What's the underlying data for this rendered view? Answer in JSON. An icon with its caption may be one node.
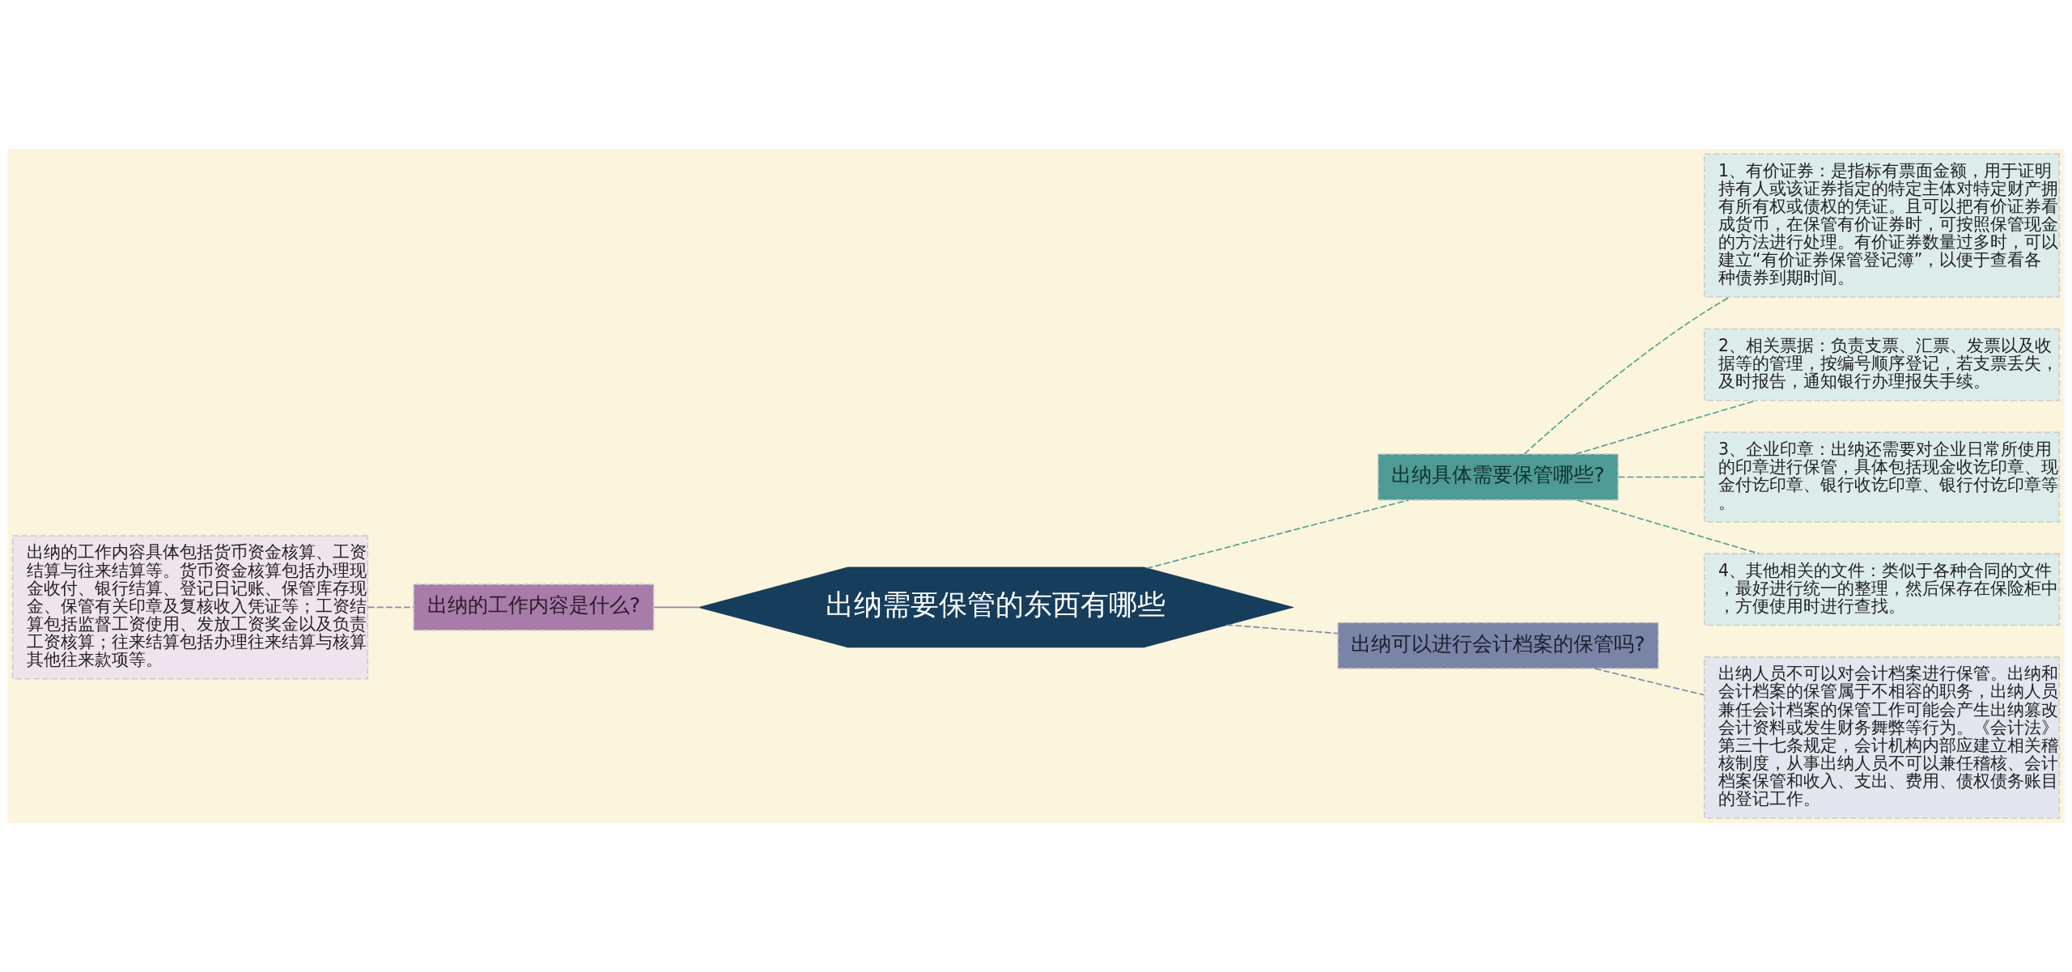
{
  "diagram": {
    "nodes": [
      {
        "text": [
          "出纳需要保管的东西有哪些"
        ]
      },
      {
        "text": [
          "出纳的工作内容是什么?"
        ]
      },
      {
        "text": [
          "出纳的工作内容具体包括货币资金核算、工资结算与往来结算等。货币资金核算包括办理现金收付、银行结算、登记日记账、保管库存现金、保管有关印章及复核收入凭证等；工资结算包括监督工资使用、发放工资奖金以及负责工资核算；往来结算包括办理往来结算与核算其他往来款项等。"
        ]
      },
      {
        "text": [
          "出纳具体需要保管哪些?"
        ]
      },
      {
        "text": [
          "1、有价证券：是指标有票面金额，用于证明持有人或该证券指定的特定主体对特定财产拥有所有权或债权的凭证。且可以把有价证券看成货币，在保管有价证券时，可按照保管现金的方法进行处理。有价证券数量过多时，可以建立“有价证券保管登记簿”，以便于查看各种债券到期时间。"
        ]
      },
      {
        "text": [
          "2、相关票据：负责支票、汇票、发票以及收据等的管理，按编号顺序登记，若支票丢失，及时报告，通知银行办理报失手续。"
        ]
      },
      {
        "text": [
          "3、企业印章：出纳还需要对企业日常所使用的印章进行保管，具体包括现金收讫印章、现金付讫印章、银行收讫印章、银行付讫印章等。"
        ]
      },
      {
        "text": [
          "4、其他相关的文件：类似于各种合同的文件，最好进行统一的整理，然后保存在保险柜中，方便使用时进行查找。"
        ]
      },
      {
        "text": [
          "出纳可以进行会计档案的保管吗?"
        ]
      },
      {
        "text": [
          "出纳人员不可以对会计档案进行保管。出纳和会计档案的保管属于不相容的职务，出纳人员兼任会计档案的保管工作可能会产生出纳篡改会计资料或发生财务舞弊等行为。《会计法》第三十七条规定，会计机构内部应建立相关稽核制度，从事出纳人员不可以兼任稽核、会计档案保管和收入、支出、费用、债权债务账目的登记工作。"
        ]
      }
    ],
    "edges": [
      {
        "from": 0,
        "to": 1,
        "arrow": "none",
        "color": "#a87ca8"
      },
      {
        "from": 1,
        "to": 2,
        "arrow": "none",
        "style": "dashed",
        "color": "#a87ca8"
      },
      {
        "from": 0,
        "to": 3,
        "arrow": "none",
        "style": "dashed",
        "color": "#4e9a94"
      },
      {
        "from": 3,
        "to": 4,
        "arrow": "none",
        "style": "dashed",
        "color": "#4e9a94"
      },
      {
        "from": 3,
        "to": 5,
        "arrow": "none",
        "style": "dashed",
        "color": "#4e9a94"
      },
      {
        "from": 3,
        "to": 6,
        "arrow": "none",
        "style": "dashed",
        "color": "#4e9a94"
      },
      {
        "from": 3,
        "to": 7,
        "arrow": "none",
        "style": "dashed",
        "color": "#4e9a94"
      },
      {
        "from": 0,
        "to": 8,
        "arrow": "none",
        "style": "dashed",
        "color": "#7a84a6"
      },
      {
        "from": 8,
        "to": 9,
        "arrow": "none",
        "style": "dashed",
        "color": "#7a84a6"
      }
    ]
  }
}
